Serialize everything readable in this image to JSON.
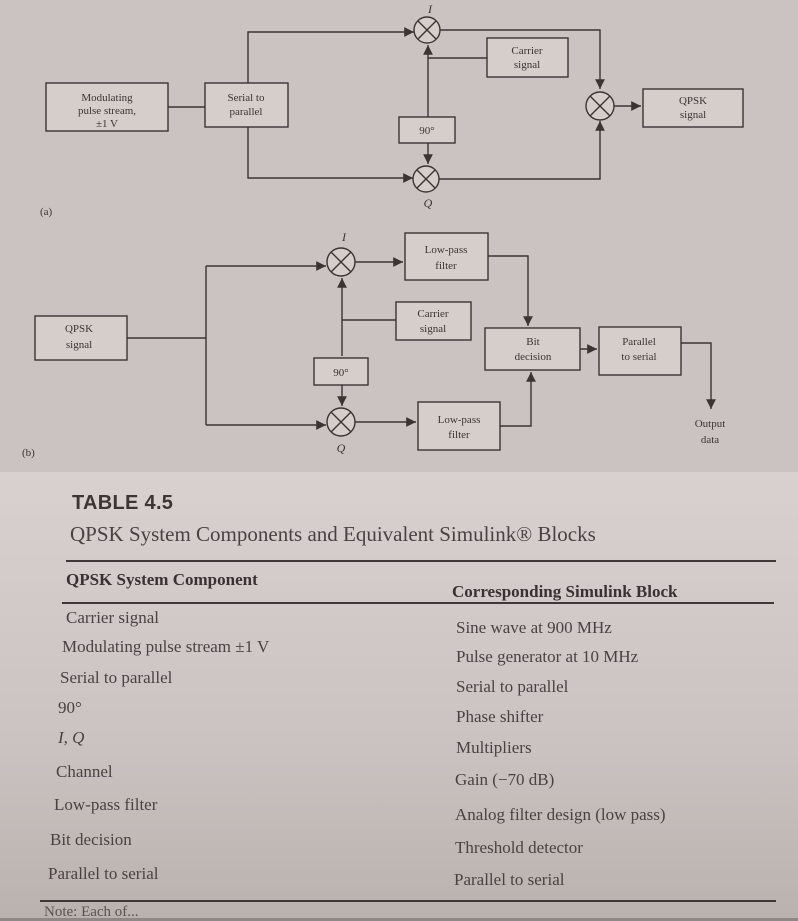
{
  "figure": {
    "part_a": {
      "panel_label": "(a)",
      "modulating_block": [
        "Modulating",
        "pulse stream,",
        "±1 V"
      ],
      "serial_block": [
        "Serial to",
        "parallel"
      ],
      "carrier_block": [
        "Carrier",
        "signal"
      ],
      "phase_block": "90°",
      "qpsk_block": [
        "QPSK",
        "signal"
      ],
      "i_label": "I",
      "q_label": "Q"
    },
    "part_b": {
      "panel_label": "(b)",
      "qpsk_input_block": [
        "QPSK",
        "signal"
      ],
      "lpf_top_block": [
        "Low-pass",
        "filter"
      ],
      "carrier_block": [
        "Carrier",
        "signal"
      ],
      "phase_block": "90°",
      "bit_decision_block": [
        "Bit",
        "decision"
      ],
      "parallel_block": [
        "Parallel",
        "to serial"
      ],
      "lpf_bottom_block": [
        "Low-pass",
        "filter"
      ],
      "output_label": [
        "Output",
        "data"
      ],
      "i_label": "I",
      "q_label": "Q"
    }
  },
  "table": {
    "label": "TABLE 4.5",
    "title": "QPSK System Components and Equivalent Simulink® Blocks",
    "headers": [
      "QPSK System Component",
      "Corresponding Simulink Block"
    ],
    "rows": [
      [
        "Carrier signal",
        "Sine wave at 900 MHz"
      ],
      [
        "Modulating pulse stream ±1 V",
        "Pulse generator at 10 MHz"
      ],
      [
        "Serial to parallel",
        "Serial to parallel"
      ],
      [
        "90°",
        "Phase shifter"
      ],
      [
        "I, Q",
        "Multipliers"
      ],
      [
        "Channel",
        "Gain (−70 dB)"
      ],
      [
        "Low-pass filter",
        "Analog filter design (low pass)"
      ],
      [
        "Bit decision",
        "Threshold detector"
      ],
      [
        "Parallel to serial",
        "Parallel to serial"
      ]
    ],
    "footnote": "Note: Each of..."
  }
}
